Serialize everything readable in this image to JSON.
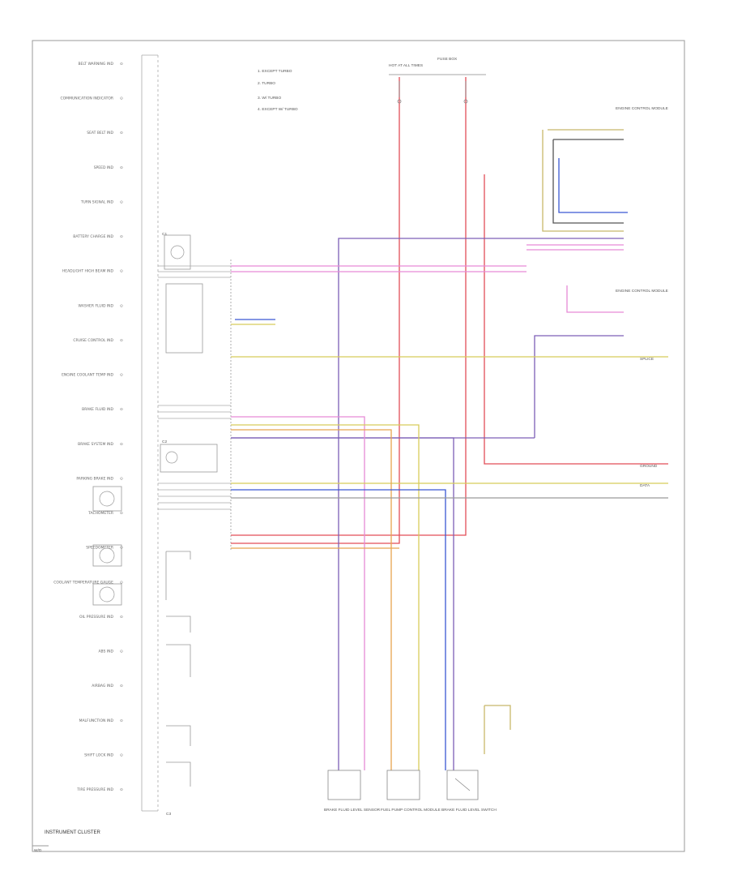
{
  "footer": {
    "title": "INSTRUMENT CLUSTER",
    "code": "W/D"
  },
  "colors": {
    "red": "#e24d57",
    "yellow": "#d8cc5a",
    "purple": "#7d5fb7",
    "pink": "#e68ad6",
    "blue": "#3a57d3",
    "orange": "#e8a44f",
    "grey": "#9a9a9a",
    "black": "#333333",
    "tan": "#c8b86a"
  },
  "cluster_indicators": [
    "BELT WARNING IND",
    "COMMUNICATION INDICATOR",
    "SEAT BELT IND",
    "SPEED IND",
    "TURN SIGNAL IND",
    "BATTERY CHARGE IND",
    "HEADLIGHT HIGH BEAM IND",
    "WASHER FLUID IND",
    "CRUISE CONTROL IND",
    "ENGINE COOLANT TEMP IND",
    "BRAKE FLUID IND",
    "BRAKE SYSTEM IND",
    "PARKING BRAKE IND",
    "TACHOMETER",
    "SPEEDOMETER",
    "COOLANT TEMPERATURE GAUGE",
    "OIL PRESSURE IND",
    "ABS IND",
    "AIRBAG IND",
    "MALFUNCTION IND",
    "SHIFT LOCK IND",
    "TIRE PRESSURE IND"
  ],
  "top_labels": {
    "hot_fuse": "HOT AT ALL TIMES",
    "fuse_box": "FUSE BOX",
    "notes": [
      "1. EXCEPT TURBO",
      "2. TURBO",
      "3. W/ TURBO",
      "4. EXCEPT W/ TURBO"
    ]
  },
  "components": [
    "BRAKE FLUID LEVEL SENSOR",
    "FUEL PUMP CONTROL MODULE",
    "BRAKE FLUID LEVEL SWITCH"
  ],
  "connector_labels": [
    "C1",
    "C2",
    "C3"
  ],
  "right_labels": {
    "rear_module_1": "ENGINE CONTROL MODULE",
    "rear_module_2": "ENGINE CONTROL MODULE",
    "ground": "GROUND",
    "splice": "SPLICE",
    "data": "DATA"
  }
}
